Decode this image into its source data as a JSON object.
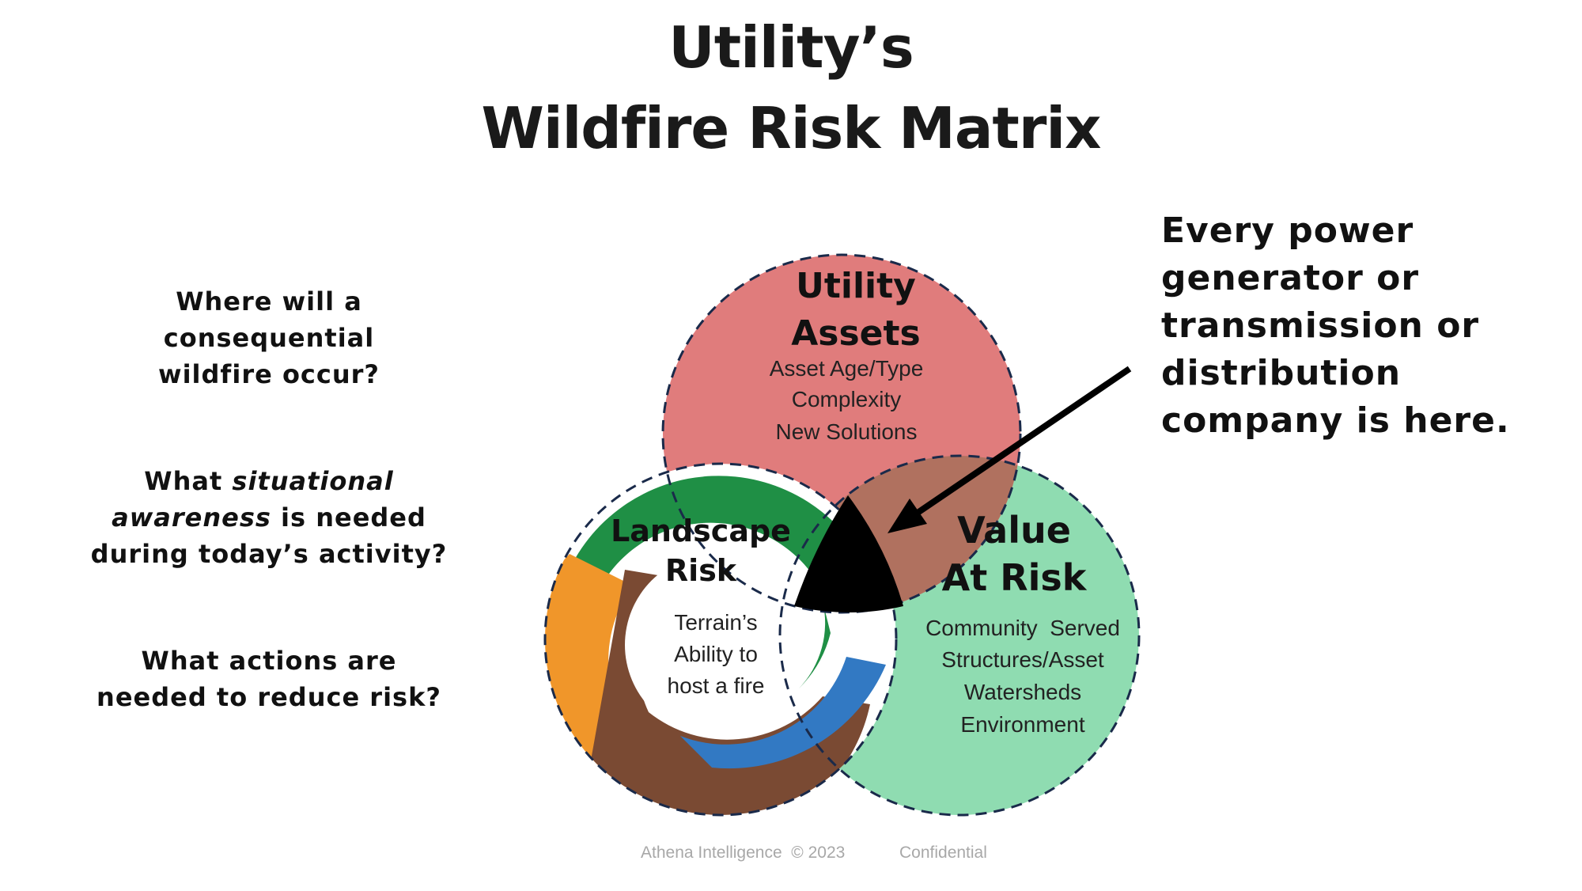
{
  "title": {
    "line1": "Utility’s",
    "line2": "Wildfire Risk Matrix"
  },
  "questions": [
    {
      "lines": [
        "Where will a",
        "consequential",
        "wildfire occur?"
      ]
    },
    {
      "pre": "What ",
      "em": "situational",
      "em2": "awareness",
      "post": " is needed",
      "line3": "during today’s activity?"
    },
    {
      "lines": [
        "What actions are",
        "needed to reduce risk?"
      ]
    }
  ],
  "callout": {
    "lines": [
      "Every power",
      "generator or",
      "transmission or",
      "distribution",
      "company is here."
    ]
  },
  "circles": {
    "utility_assets": {
      "title": [
        "Utility",
        "Assets"
      ],
      "items": [
        "Asset Age/Type",
        "Complexity",
        "New Solutions"
      ],
      "color": "#e07c7c"
    },
    "landscape_risk": {
      "title": [
        "Landscape",
        "Risk"
      ],
      "items": [
        "Terrain’s",
        "Ability to",
        "host a fire"
      ]
    },
    "value_at_risk": {
      "title": [
        "Value",
        "At Risk"
      ],
      "items": [
        "Community  Served",
        "Structures/Asset",
        "Watersheds",
        "Environment"
      ],
      "color": "#8fdcb1"
    }
  },
  "footer": {
    "company": "Athena Intelligence  © 2023",
    "label": "Confidential"
  }
}
